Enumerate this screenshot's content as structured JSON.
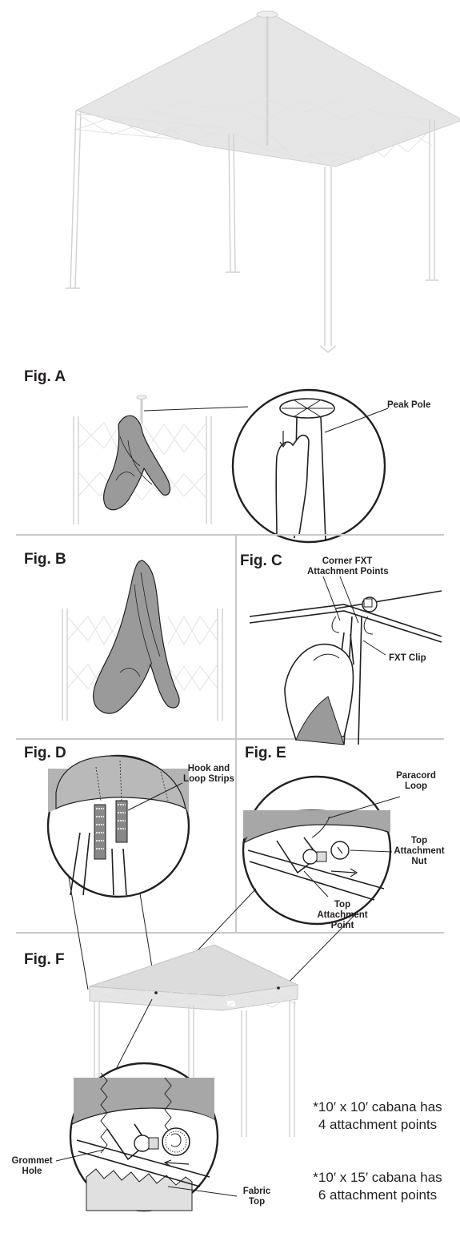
{
  "figures": {
    "a": {
      "title": "Fig. A",
      "callouts": [
        "Peak Pole"
      ]
    },
    "b": {
      "title": "Fig. B"
    },
    "c": {
      "title": "Fig. C",
      "callouts": [
        "Corner FXT",
        "Attachment Points",
        "FXT Clip"
      ]
    },
    "d": {
      "title": "Fig. D",
      "callouts": [
        "Hook and",
        "Loop Strips"
      ]
    },
    "e": {
      "title": "Fig. E",
      "callouts": [
        "Paracord",
        "Loop",
        "Top",
        "Attachment",
        "Nut",
        "Top",
        "Attachment",
        "Point"
      ]
    },
    "f": {
      "title": "Fig. F",
      "callouts": [
        "Grommet",
        "Hole",
        "Fabric",
        "Top"
      ]
    }
  },
  "notes": [
    "*10′ x 10′ cabana has",
    "4 attachment points",
    "*10′ x 15′ cabana has",
    "6 attachment points"
  ],
  "colors": {
    "ink": "#231f20",
    "frame": "#d0d0d0",
    "canopy": "#e6e6e6",
    "divider": "#c8c8c8",
    "bag": "#9a9a9a"
  }
}
